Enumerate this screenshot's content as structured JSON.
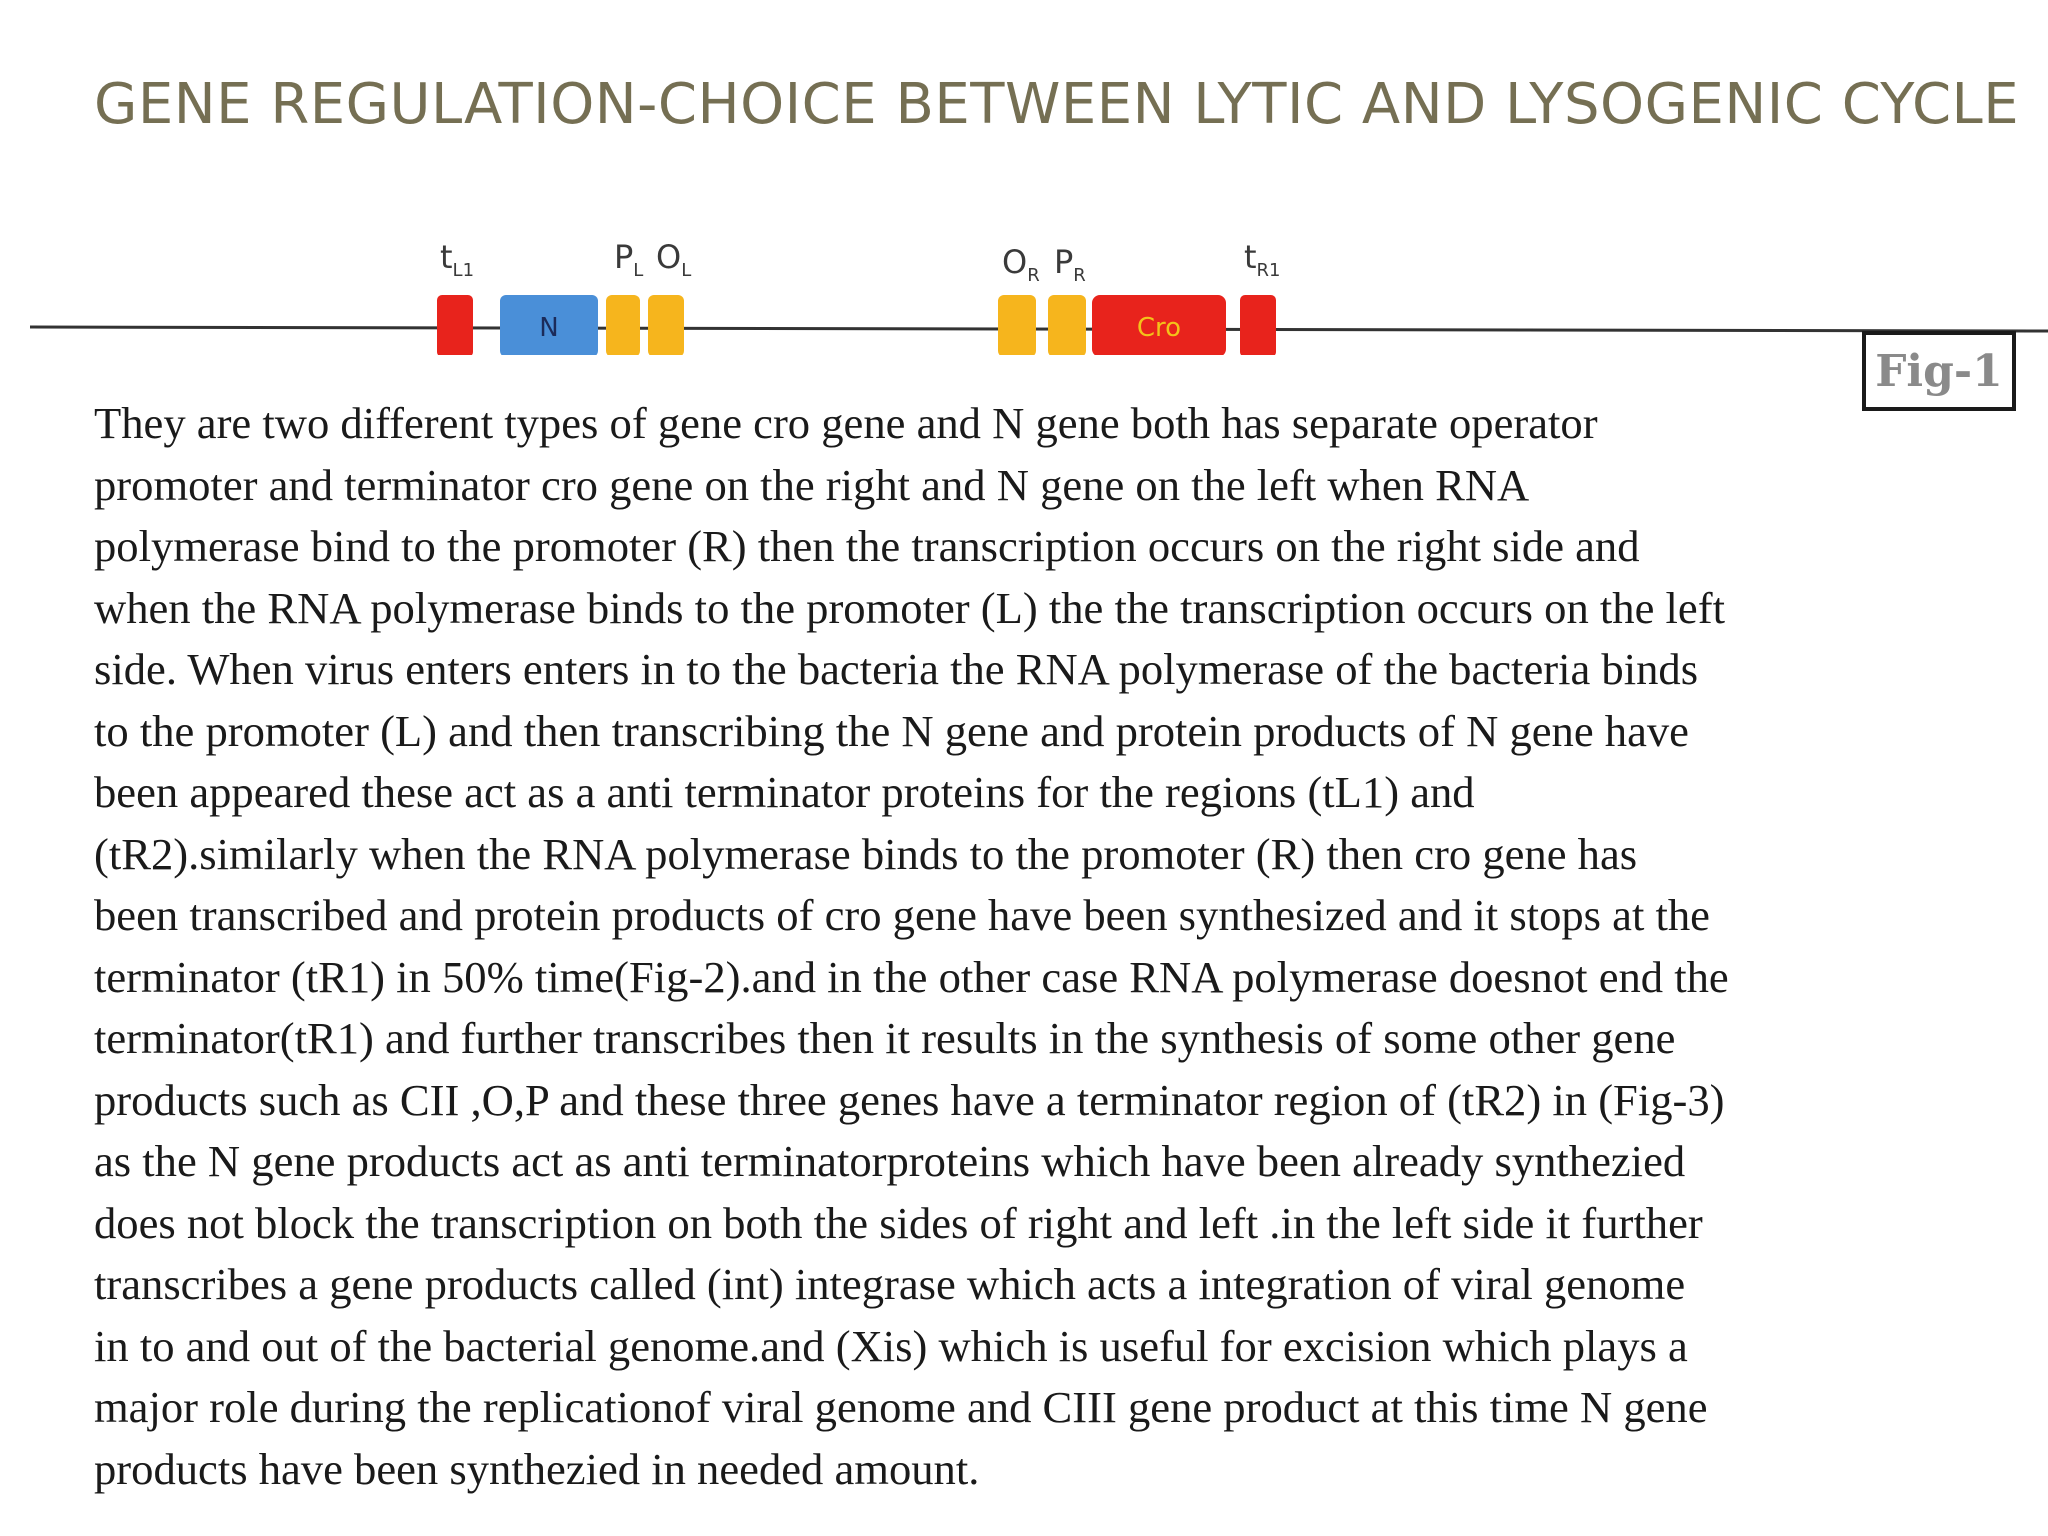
{
  "title": "GENE REGULATION-CHOICE BETWEEN LYTIC AND LYSOGENIC CYCLE",
  "figure": {
    "label": "Fig-1",
    "colors": {
      "terminator": "#e8231c",
      "N_gene": "#4a8fd8",
      "promoter_operator": "#f6b51d",
      "cro_gene": "#e8231c",
      "cro_text": "#f3c21a",
      "dna_line": "#333333"
    },
    "elements": [
      {
        "main": "t",
        "sub": "L1"
      },
      {
        "main": "N",
        "sub": ""
      },
      {
        "main": "P",
        "sub": "L"
      },
      {
        "main": "O",
        "sub": "L"
      },
      {
        "main": "O",
        "sub": "R"
      },
      {
        "main": "P",
        "sub": "R"
      },
      {
        "main": "Cro",
        "sub": ""
      },
      {
        "main": "t",
        "sub": "R1"
      }
    ]
  },
  "body": {
    "lines": [
      "They are two different types of gene cro gene and N gene both has separate operator",
      "promoter and terminator cro gene on the right and N gene on the left when RNA",
      "polymerase bind to the promoter (R) then the transcription occurs on the right side and",
      "when the RNA polymerase binds to the promoter (L) the the transcription occurs on the left",
      "side. When virus enters enters in to the bacteria the RNA polymerase of the bacteria binds",
      "to the promoter (L) and then transcribing the N gene and protein products of N gene have",
      "been appeared these act as a anti terminator proteins for the regions (tL1) and",
      "(tR2).similarly when the RNA polymerase binds to the promoter (R) then cro gene has",
      "been transcribed and protein products of cro gene have been synthesized and it stops at the",
      "terminator (tR1) in 50% time(Fig-2).and in the other case RNA polymerase doesnot end the",
      "terminator(tR1) and further transcribes then it results in the synthesis of some other gene",
      "products such as CII ,O,P and these three genes have a terminator region of (tR2) in (Fig-3)",
      "as the N gene products act as anti terminatorproteins which have been already synthezied",
      "does not block the transcription on both the sides of right and left .in the left side it further",
      "transcribes a gene products called (int) integrase which acts a integration of viral genome",
      "in to and out of the bacterial genome.and (Xis) which is useful for excision which plays a",
      "major role during the replicationof viral genome and CIII gene product at this time N gene",
      "products have been synthezied in needed amount."
    ]
  }
}
